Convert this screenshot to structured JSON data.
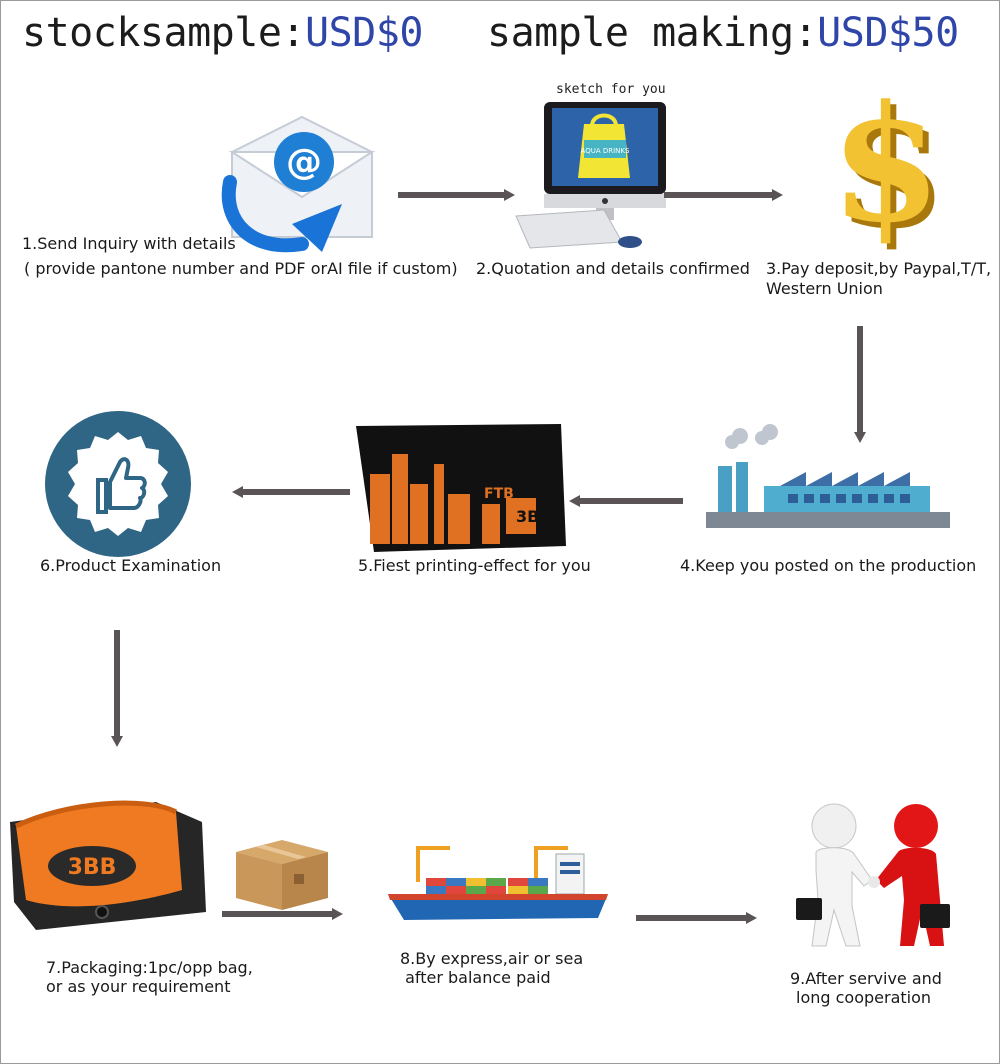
{
  "header": {
    "stock_label": "stocksample:",
    "stock_price": "USD$0",
    "making_label": "sample making:",
    "making_price": "USD$50"
  },
  "steps": {
    "s1_line1": "1.Send Inquiry with details",
    "s1_line2": "( provide pantone number and PDF orAI file if custom)",
    "s2_small": "sketch for you",
    "s2": "2.Quotation and details confirmed",
    "s3_line1": "3.Pay deposit,by Paypal,T/T,",
    "s3_line2": "Western Union",
    "s4": "4.Keep you posted on the production",
    "s5": "5.Fiest printing-effect for you",
    "s6": "6.Product Examination",
    "s7_line1": "7.Packaging:1pc/opp bag,",
    "s7_line2": "or as your requirement",
    "s8_line1": "8.By express,air or sea",
    "s8_line2": " after balance paid",
    "s9_line1": "9.After servive and",
    "s9_line2": "long cooperation"
  },
  "artwork": {
    "computer_bag_text": "AQUA DRINKS",
    "dollar_sign": "$",
    "print_text_a": "FTB",
    "print_logo": "3BB",
    "bag_logo": "3BB"
  },
  "icons": [
    "email-envelope-icon",
    "computer-icon",
    "dollar-sign-icon",
    "factory-icon",
    "printed-fabric-image",
    "thumbs-up-badge-icon",
    "folded-bag-image",
    "cardboard-box-icon",
    "cargo-ship-icon",
    "handshake-figures-icon"
  ],
  "colors": {
    "price": "#2f46a8",
    "arrow": "#5b5457",
    "factory": "#3f8fb4",
    "badge": "#2f6585",
    "bag_orange": "#f07a22"
  }
}
